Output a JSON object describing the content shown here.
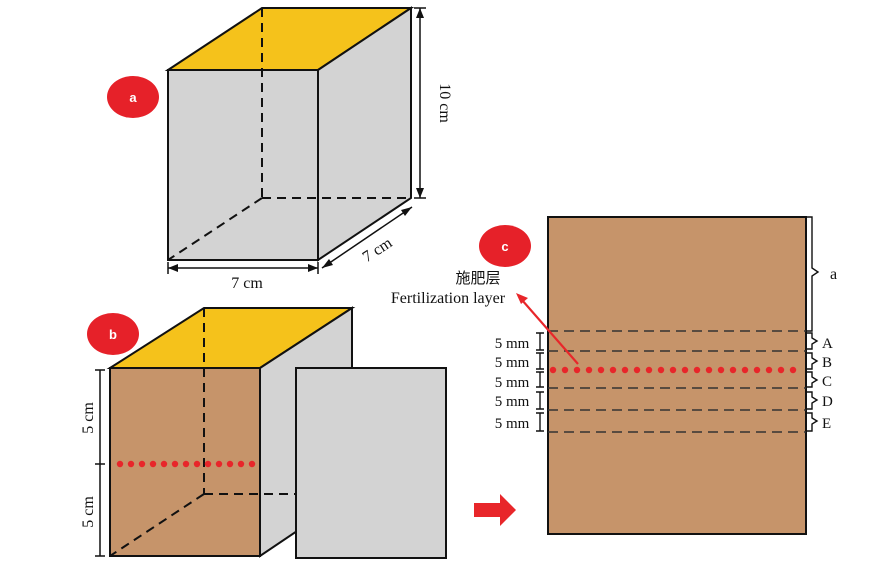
{
  "panel_a": {
    "badge": "a",
    "height_label": "10 cm",
    "width_label": "7 cm",
    "depth_label": "7 cm"
  },
  "panel_b": {
    "badge": "b",
    "upper_label": "5 cm",
    "lower_label": "5 cm"
  },
  "panel_c": {
    "badge": "c",
    "label_cn": "施肥层",
    "label_en": "Fertilization layer",
    "top_layer": "a",
    "layers": [
      {
        "thickness": "5 mm",
        "letter": "A"
      },
      {
        "thickness": "5 mm",
        "letter": "B"
      },
      {
        "thickness": "5 mm",
        "letter": "C"
      },
      {
        "thickness": "5 mm",
        "letter": "D"
      },
      {
        "thickness": "5 mm",
        "letter": "E"
      }
    ]
  },
  "colors": {
    "top_face": "#F5C21B",
    "side_face": "#D3D3D3",
    "soil": "#C6946A",
    "badge": "#E62129",
    "dots": "#E8262A",
    "arrow": "#E8262A"
  }
}
